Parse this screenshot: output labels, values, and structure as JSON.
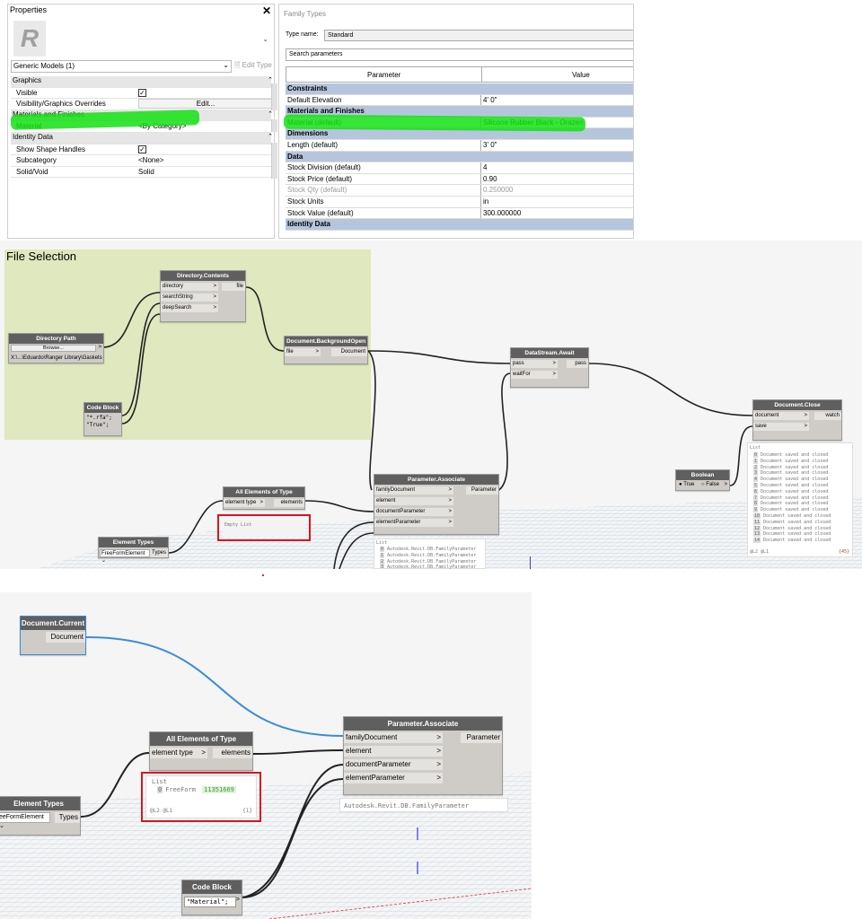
{
  "properties": {
    "title": "Properties",
    "type_selector": "Generic Models (1)",
    "edit_type": "Edit Type",
    "rows": [
      {
        "kind": "header",
        "label": "Graphics"
      },
      {
        "kind": "check",
        "label": "Visible",
        "checked": true
      },
      {
        "kind": "button",
        "label": "Visibility/Graphics Overrides",
        "value": "Edit..."
      },
      {
        "kind": "header",
        "label": "Materials and Finishes"
      },
      {
        "kind": "value",
        "label": "Material",
        "value": "<By Category>"
      },
      {
        "kind": "header",
        "label": "Identity Data"
      },
      {
        "kind": "check",
        "label": "Show Shape Handles",
        "checked": true
      },
      {
        "kind": "value",
        "label": "Subcategory",
        "value": "<None>"
      },
      {
        "kind": "value",
        "label": "Solid/Void",
        "value": "Solid"
      }
    ]
  },
  "family_types": {
    "title": "Family Types",
    "type_name_label": "Type name:",
    "type_name": "Standard",
    "search_placeholder": "Search parameters",
    "col_parameter": "Parameter",
    "col_value": "Value",
    "rows": [
      {
        "kind": "group",
        "label": "Constraints"
      },
      {
        "kind": "row",
        "label": "Default Elevation",
        "value": "4'  0\""
      },
      {
        "kind": "group",
        "label": "Materials and Finishes"
      },
      {
        "kind": "row",
        "label": "Material (default)",
        "value": "Silicone Rubber Black - Orazen"
      },
      {
        "kind": "group",
        "label": "Dimensions"
      },
      {
        "kind": "row",
        "label": "Length (default)",
        "value": "3'  0\""
      },
      {
        "kind": "group",
        "label": "Data"
      },
      {
        "kind": "row",
        "label": "Stock Division (default)",
        "value": "4"
      },
      {
        "kind": "row",
        "label": "Stock Price (default)",
        "value": "0.90"
      },
      {
        "kind": "dim",
        "label": "Stock Qty (default)",
        "value": "0.250000"
      },
      {
        "kind": "row",
        "label": "Stock Units",
        "value": "in"
      },
      {
        "kind": "row",
        "label": "Stock Value (default)",
        "value": "300.000000"
      },
      {
        "kind": "group",
        "label": "Identity Data"
      }
    ]
  },
  "graph1": {
    "group_title": "File Selection",
    "directory_path": {
      "title": "Directory Path",
      "button": "Browse...",
      "path": "X:\\...\\Eduardo\\Ranger Library\\Gaskets"
    },
    "directory_contents": {
      "title": "Directory.Contents",
      "inputs": [
        "directory",
        "searchString",
        "deepSearch"
      ],
      "output": "file"
    },
    "code_block": {
      "title": "Code Block",
      "lines": [
        "\"*.rfa\";",
        "\"True\";"
      ]
    },
    "bg_open": {
      "title": "Document.BackgroundOpen",
      "input": "file",
      "output": "Document"
    },
    "await": {
      "title": "DataStream.Await",
      "inputs": [
        "pass",
        "waitFor"
      ],
      "output": "pass"
    },
    "close": {
      "title": "Document.Close",
      "inputs": [
        "document",
        "save"
      ],
      "output": "watch"
    },
    "boolean": {
      "title": "Boolean",
      "true_label": "True",
      "false_label": "False"
    },
    "close_preview": {
      "header": "List",
      "item": "Document saved and closed",
      "indices": [
        "0",
        "1",
        "2",
        "3",
        "4",
        "5",
        "6",
        "7",
        "8",
        "9",
        "10",
        "11",
        "12",
        "13",
        "14"
      ],
      "footer_left": "@L2 @L1",
      "footer_right": "{45}"
    },
    "associate": {
      "title": "Parameter.Associate",
      "inputs": [
        "familyDocument",
        "element",
        "documentParameter",
        "elementParameter"
      ],
      "output": "Parameter"
    },
    "assoc_preview": {
      "header": "List",
      "item": "Autodesk.Revit.DB.FamilyParameter",
      "indices": [
        "0",
        "1",
        "2",
        "3"
      ]
    },
    "all_elements": {
      "title": "All Elements of Type",
      "input": "element type",
      "output": "elements",
      "preview": "Empty List"
    },
    "element_types": {
      "title": "Element Types",
      "selected": "FreeFormElement",
      "output": "Types"
    }
  },
  "graph2": {
    "doc_current": {
      "title": "Document.Current",
      "output": "Document"
    },
    "all_elements": {
      "title": "All Elements of Type",
      "input": "element type",
      "output": "elements"
    },
    "all_preview": {
      "header": "List",
      "index": "0",
      "item": "FreeForm",
      "id": "11351669",
      "footer_left": "@L2 @L1",
      "footer_right": "{1}"
    },
    "element_types": {
      "title": "Element Types",
      "selected": "eeFormElement",
      "output": "Types"
    },
    "associate": {
      "title": "Parameter.Associate",
      "inputs": [
        "familyDocument",
        "element",
        "documentParameter",
        "elementParameter"
      ],
      "output": "Parameter"
    },
    "assoc_preview": "Autodesk.Revit.DB.FamilyParameter",
    "code_block": {
      "title": "Code Block",
      "line": "\"Material\";"
    }
  },
  "colors": {
    "highlight": "#13e013",
    "group": "#dfe8be",
    "node_header": "#5f5f5f",
    "wire_blue": "#3a8bd6",
    "red_box": "#d8161c",
    "table_group": "#b5c6dc"
  }
}
